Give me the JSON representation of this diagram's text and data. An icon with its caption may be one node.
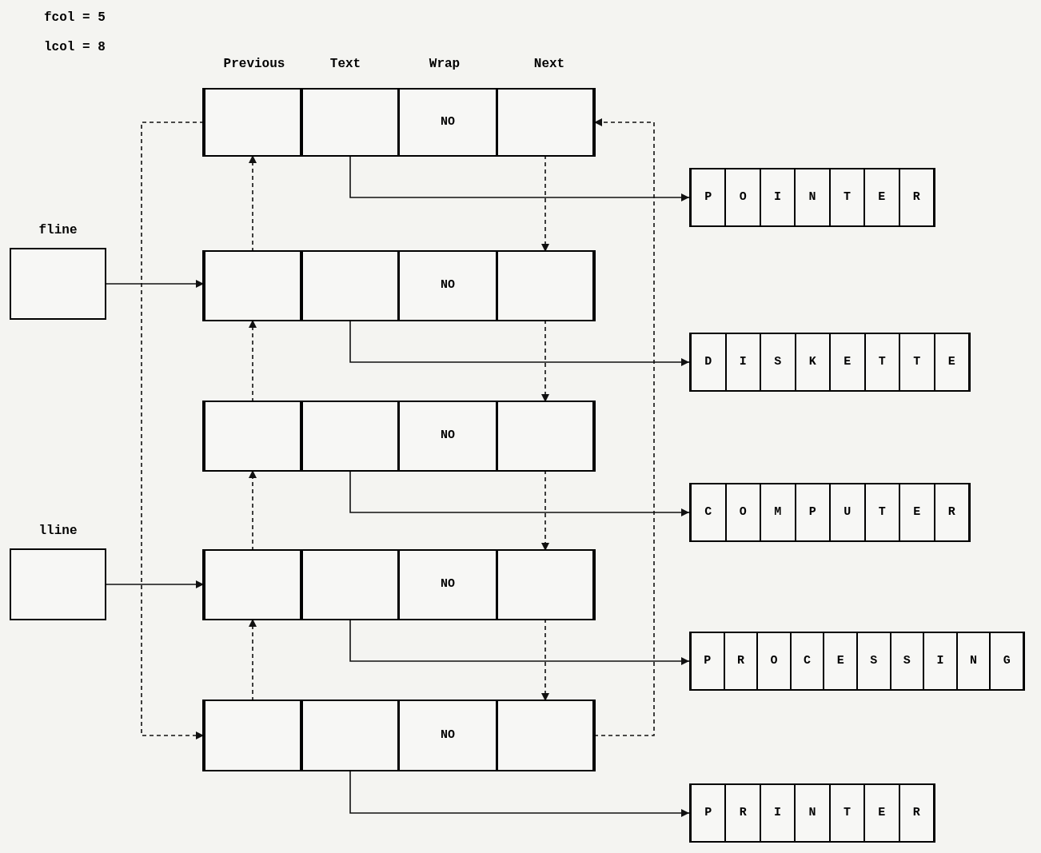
{
  "diagram": {
    "nodes": [
      {
        "text": [
          "fline"
        ]
      },
      {
        "text": [
          "lline"
        ]
      },
      {
        "text": [],
        "shape": "box"
      },
      {
        "text": [],
        "shape": "box",
        "in": 2
      },
      {
        "text": [],
        "shape": "box",
        "in": 2
      },
      {
        "text": [
          "NO"
        ],
        "in": 2
      },
      {
        "text": [],
        "shape": "box",
        "in": 2
      },
      {
        "text": [],
        "shape": "box"
      },
      {
        "text": [],
        "shape": "box",
        "in": 7
      },
      {
        "text": [],
        "shape": "box",
        "in": 7
      },
      {
        "text": [
          "NO"
        ],
        "in": 7
      },
      {
        "text": [],
        "shape": "box",
        "in": 7
      },
      {
        "text": [],
        "shape": "box"
      },
      {
        "text": [],
        "shape": "box",
        "in": 12
      },
      {
        "text": [],
        "shape": "box",
        "in": 12
      },
      {
        "text": [
          "NO"
        ],
        "in": 12
      },
      {
        "text": [],
        "shape": "box",
        "in": 12
      },
      {
        "text": [],
        "shape": "box"
      },
      {
        "text": [],
        "shape": "box",
        "in": 17
      },
      {
        "text": [],
        "shape": "box",
        "in": 17
      },
      {
        "text": [
          "NO"
        ],
        "in": 17
      },
      {
        "text": [],
        "shape": "box",
        "in": 17
      },
      {
        "text": [],
        "shape": "box"
      },
      {
        "text": [],
        "shape": "box",
        "in": 22
      },
      {
        "text": [],
        "shape": "box",
        "in": 22
      },
      {
        "text": [
          "NO"
        ],
        "in": 22
      },
      {
        "text": [],
        "shape": "box",
        "in": 22
      },
      {
        "text": [],
        "shape": "box"
      },
      {
        "text": [
          "P"
        ],
        "in": 27
      },
      {
        "text": [
          "O"
        ],
        "in": 27
      },
      {
        "text": [
          "I"
        ],
        "in": 27
      },
      {
        "text": [
          "N"
        ],
        "in": 27
      },
      {
        "text": [
          "T"
        ],
        "in": 27
      },
      {
        "text": [
          "E"
        ],
        "in": 27
      },
      {
        "text": [
          "R"
        ],
        "in": 27
      },
      {
        "text": [],
        "shape": "box"
      },
      {
        "text": [
          "D"
        ],
        "in": 35
      },
      {
        "text": [
          "I"
        ],
        "in": 35
      },
      {
        "text": [
          "S"
        ],
        "in": 35
      },
      {
        "text": [
          "K"
        ],
        "in": 35
      },
      {
        "text": [
          "E"
        ],
        "in": 35
      },
      {
        "text": [
          "T"
        ],
        "in": 35
      },
      {
        "text": [
          "T"
        ],
        "in": 35
      },
      {
        "text": [
          "E"
        ],
        "in": 35
      },
      {
        "text": [],
        "shape": "box"
      },
      {
        "text": [
          "C"
        ],
        "in": 44
      },
      {
        "text": [
          "O"
        ],
        "in": 44
      },
      {
        "text": [
          "M"
        ],
        "in": 44
      },
      {
        "text": [
          "P"
        ],
        "in": 44
      },
      {
        "text": [
          "U"
        ],
        "in": 44
      },
      {
        "text": [
          "T"
        ],
        "in": 44
      },
      {
        "text": [
          "E"
        ],
        "in": 44
      },
      {
        "text": [
          "R"
        ],
        "in": 44
      },
      {
        "text": [],
        "shape": "box"
      },
      {
        "text": [
          "P"
        ],
        "in": 53
      },
      {
        "text": [
          "R"
        ],
        "in": 53
      },
      {
        "text": [
          "O"
        ],
        "in": 53
      },
      {
        "text": [
          "C"
        ],
        "in": 53
      },
      {
        "text": [
          "E"
        ],
        "in": 53
      },
      {
        "text": [
          "S"
        ],
        "in": 53
      },
      {
        "text": [
          "S"
        ],
        "in": 53
      },
      {
        "text": [
          "I"
        ],
        "in": 53
      },
      {
        "text": [
          "N"
        ],
        "in": 53
      },
      {
        "text": [
          "G"
        ],
        "in": 53
      },
      {
        "text": [],
        "shape": "box"
      },
      {
        "text": [
          "P"
        ],
        "in": 64
      },
      {
        "text": [
          "R"
        ],
        "in": 64
      },
      {
        "text": [
          "I"
        ],
        "in": 64
      },
      {
        "text": [
          "N"
        ],
        "in": 64
      },
      {
        "text": [
          "T"
        ],
        "in": 64
      },
      {
        "text": [
          "E"
        ],
        "in": 64
      },
      {
        "text": [
          "R"
        ],
        "in": 64
      }
    ],
    "edges": [
      {
        "from": 4,
        "to": 27,
        "arrow": "to"
      },
      {
        "from": 9,
        "to": 35,
        "arrow": "to"
      },
      {
        "from": 14,
        "to": 44,
        "arrow": "to"
      },
      {
        "from": 19,
        "to": 53,
        "arrow": "to"
      },
      {
        "from": 24,
        "to": 64,
        "arrow": "to"
      },
      {
        "from": 6,
        "to": 11,
        "arrow": "to",
        "style": "dashed"
      },
      {
        "from": 11,
        "to": 16,
        "arrow": "to",
        "style": "dashed"
      },
      {
        "from": 16,
        "to": 21,
        "arrow": "to",
        "style": "dashed"
      },
      {
        "from": 21,
        "to": 26,
        "arrow": "to",
        "style": "dashed"
      },
      {
        "from": 8,
        "to": 3,
        "arrow": "to",
        "style": "dashed"
      },
      {
        "from": 13,
        "to": 8,
        "arrow": "to",
        "style": "dashed"
      },
      {
        "from": 18,
        "to": 13,
        "arrow": "to",
        "style": "dashed"
      },
      {
        "from": 23,
        "to": 18,
        "arrow": "to",
        "style": "dashed"
      },
      {
        "from": 0,
        "to": 8,
        "arrow": "to"
      },
      {
        "from": 1,
        "to": 18,
        "arrow": "to"
      },
      {
        "from": 3,
        "to": 23,
        "arrow": "to",
        "style": "dashed"
      },
      {
        "from": 26,
        "to": 6,
        "arrow": "to",
        "style": "dashed"
      }
    ],
    "labels": [
      "fcol = 5",
      "lcol = 8",
      "Previous",
      "Text",
      "Wrap",
      "Next"
    ]
  }
}
